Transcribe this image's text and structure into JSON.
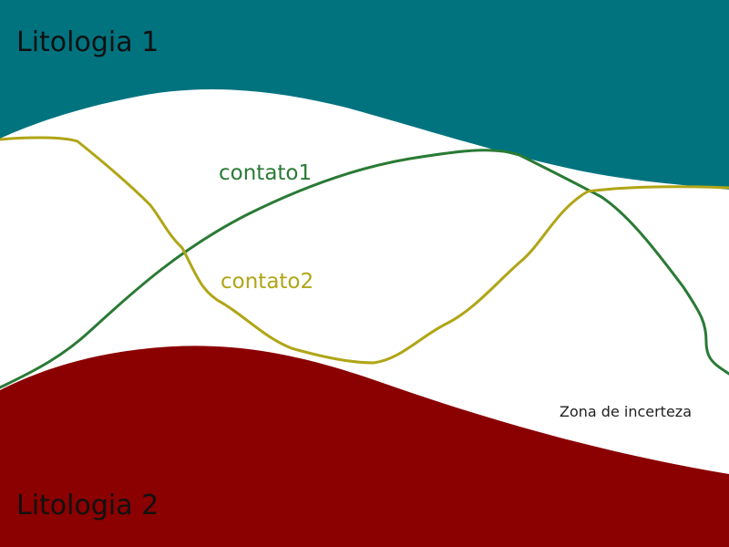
{
  "labels": {
    "lithology_1": "Litologia 1",
    "lithology_2": "Litologia 2",
    "contact_1": "contato1",
    "contact_2": "contato2",
    "uncertainty_zone": "Zona de incerteza"
  },
  "colors": {
    "background": "#ffffff",
    "lithology_1_fill": "#00737f",
    "lithology_2_fill": "#8b0000",
    "contact_1_stroke": "#2a7a35",
    "contact_2_stroke": "#b0a516"
  }
}
